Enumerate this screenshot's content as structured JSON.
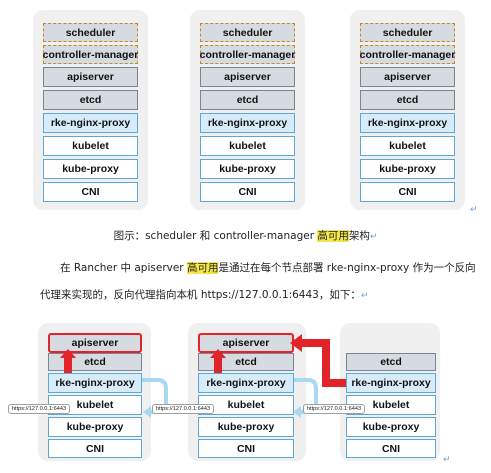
{
  "top_diagram": {
    "labels": {
      "scheduler": "scheduler",
      "controller_manager": "controller-manager",
      "apiserver": "apiserver",
      "etcd": "etcd",
      "rke_nginx_proxy": "rke-nginx-proxy",
      "kubelet": "kubelet",
      "kube_proxy": "kube-proxy",
      "cni": "CNI"
    }
  },
  "caption": {
    "prefix": "图示：scheduler 和 controller-manager ",
    "highlight": "高可用",
    "suffix": "架构"
  },
  "paragraph": {
    "line1_prefix": "在 Rancher 中 apiserver ",
    "line1_highlight": "高可用",
    "line1_suffix": "是通过在每个节点部署 rke-nginx-proxy 作为一个反向",
    "line2": "代理来实现的，反向代理指向本机 https://127.0.0.1:6443，如下："
  },
  "paragraph_mark": "↵",
  "bottom_diagram": {
    "labels": {
      "apiserver": "apiserver",
      "etcd": "etcd",
      "rke_nginx_proxy": "rke-nginx-proxy",
      "kubelet": "kubelet",
      "kube_proxy": "kube-proxy",
      "cni": "CNI"
    },
    "tooltip": "https://127.0.0.1:6443"
  },
  "colors": {
    "gray_box": "#d6dae1",
    "dashed_border": "#c48a1e",
    "blue_box": "#d7ecf8",
    "blue_border": "#5fa8d6",
    "red_arrow": "#e0242a",
    "highlight": "#f5e64a"
  }
}
